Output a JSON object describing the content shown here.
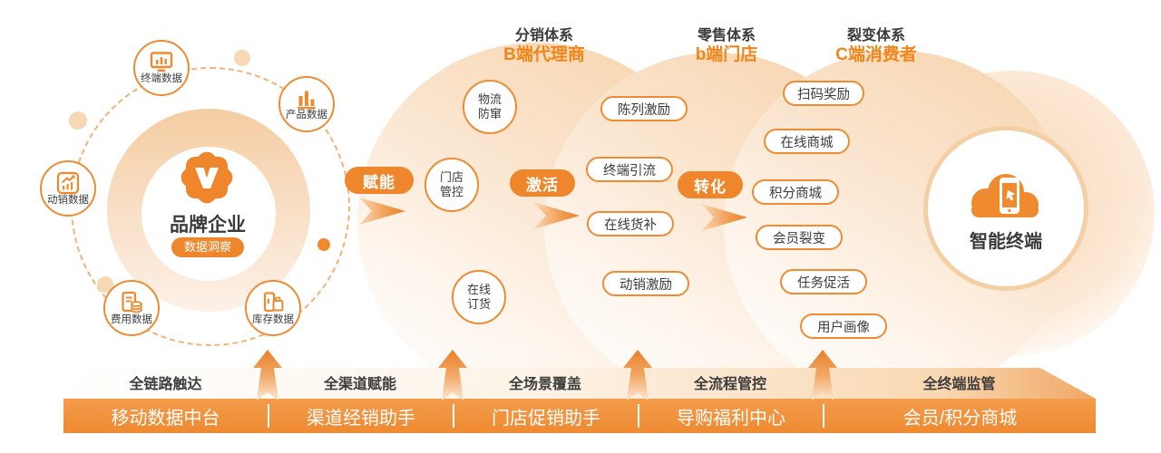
{
  "palette": {
    "orange": "#ef862c",
    "orange_border": "#ee8b33",
    "orange_text": "#f08519",
    "dark_text": "#3b3b3b",
    "bar_gradient_top": "#f49c4c",
    "bar_gradient_bottom": "#ee8a31",
    "light_ring": "#f3cfa3",
    "dashed_ring": "#f2b377"
  },
  "hub": {
    "title": "品牌企业",
    "badge": "数据洞察",
    "satellites": [
      {
        "label": "终端数据",
        "icon": "monitor-chart-icon"
      },
      {
        "label": "产品数据",
        "icon": "bar-chart-icon"
      },
      {
        "label": "动销数据",
        "icon": "trend-chart-icon"
      },
      {
        "label": "费用数据",
        "icon": "invoice-coins-icon"
      },
      {
        "label": "库存数据",
        "icon": "inventory-box-icon"
      }
    ]
  },
  "systems": [
    {
      "title": "分销体系",
      "subtitle": "B端代理商",
      "stage_label": "赋能",
      "nodes": [
        {
          "line1": "物流",
          "line2": "防窜"
        },
        {
          "line1": "门店",
          "line2": "管控"
        },
        {
          "line1": "在线",
          "line2": "订货"
        }
      ]
    },
    {
      "title": "零售体系",
      "subtitle": "b端门店",
      "stage_label": "激活",
      "nodes": [
        "陈列激励",
        "终端引流",
        "在线货补",
        "动销激励"
      ]
    },
    {
      "title": "裂变体系",
      "subtitle": "C端消费者",
      "stage_label": "转化",
      "nodes": [
        "扫码奖励",
        "在线商城",
        "积分商城",
        "会员裂变",
        "任务促活",
        "用户画像"
      ]
    }
  ],
  "terminal": {
    "label": "智能终端",
    "icon": "cloud-phone-icon"
  },
  "bottom": {
    "capabilities": [
      "全链路触达",
      "全渠道赋能",
      "全场景覆盖",
      "全流程管控",
      "全终端监管"
    ],
    "modules": [
      "移动数据中台",
      "渠道经销助手",
      "门店促销助手",
      "导购福利中心",
      "会员/积分商城"
    ]
  }
}
